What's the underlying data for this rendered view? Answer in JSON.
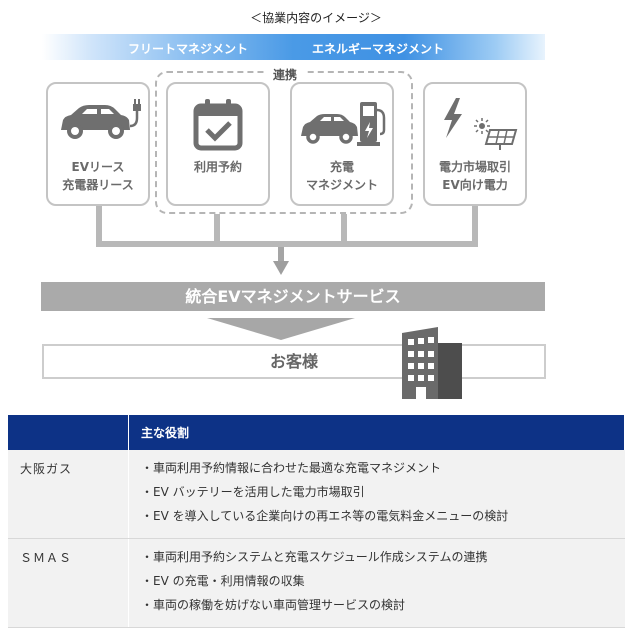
{
  "diagram": {
    "title": "＜協業内容のイメージ＞",
    "banner": {
      "left": "フリートマネジメント",
      "right": "エネルギーマネジメント"
    },
    "renkei_label": "連携",
    "boxes": [
      {
        "icon": "ev-car-plug-icon",
        "line1": "EVリース",
        "line2": "充電器リース"
      },
      {
        "icon": "calendar-check-icon",
        "line1": "利用予約",
        "line2": ""
      },
      {
        "icon": "car-charger-icon",
        "line1": "充電",
        "line2": "マネジメント"
      },
      {
        "icon": "lightning-solar-icon",
        "line1": "電力市場取引",
        "line2": "EV向け電力"
      }
    ],
    "service_label": "統合EVマネジメントサービス",
    "customer_label": "お客様",
    "colors": {
      "table_header": "#0d3286",
      "gray_bar": "#aaaaaa",
      "banner_blue": "#3f91e3"
    }
  },
  "table": {
    "headers": [
      "",
      "主な役割"
    ],
    "rows": [
      {
        "org": "大阪ガス",
        "items": [
          "・車両利用予約情報に合わせた最適な充電マネジメント",
          "・EV バッテリーを活用した電力市場取引",
          "・EV を導入している企業向けの再エネ等の電気料金メニューの検討"
        ]
      },
      {
        "org": "ＳＭＡＳ",
        "items": [
          "・車両利用予約システムと充電スケジュール作成システムの連携",
          "・EV の充電・利用情報の収集",
          "・車両の稼働を妨げない車両管理サービスの検討"
        ]
      }
    ]
  }
}
